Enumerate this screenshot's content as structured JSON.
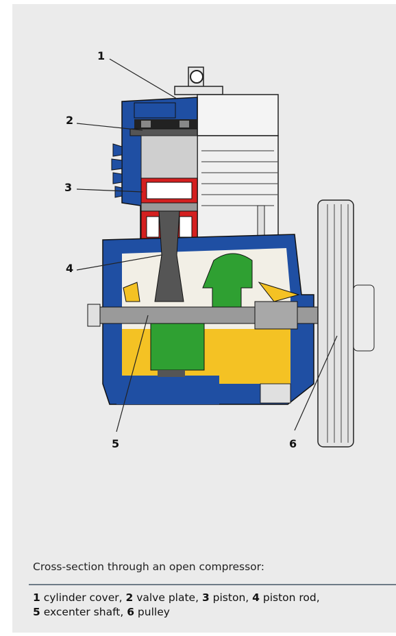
{
  "callouts": [
    "1",
    "2",
    "3",
    "4",
    "5",
    "6"
  ],
  "caption": "Cross-section through an open compressor:",
  "legend": [
    {
      "num": "1",
      "text": " cylinder cover, "
    },
    {
      "num": "2",
      "text": " valve plate, "
    },
    {
      "num": "3",
      "text": " piston, "
    },
    {
      "num": "4",
      "text": " piston rod, "
    },
    {
      "num": "5",
      "text": " excenter shaft, "
    },
    {
      "num": "6",
      "text": " pulley"
    }
  ],
  "colors": {
    "background": "#ebebeb",
    "housing": "#1f4fa3",
    "oil": "#f4c224",
    "piston_ring": "#d42020",
    "crank": "#2fa032",
    "steel": "#9a9a9a",
    "rule": "#6d7b86"
  }
}
